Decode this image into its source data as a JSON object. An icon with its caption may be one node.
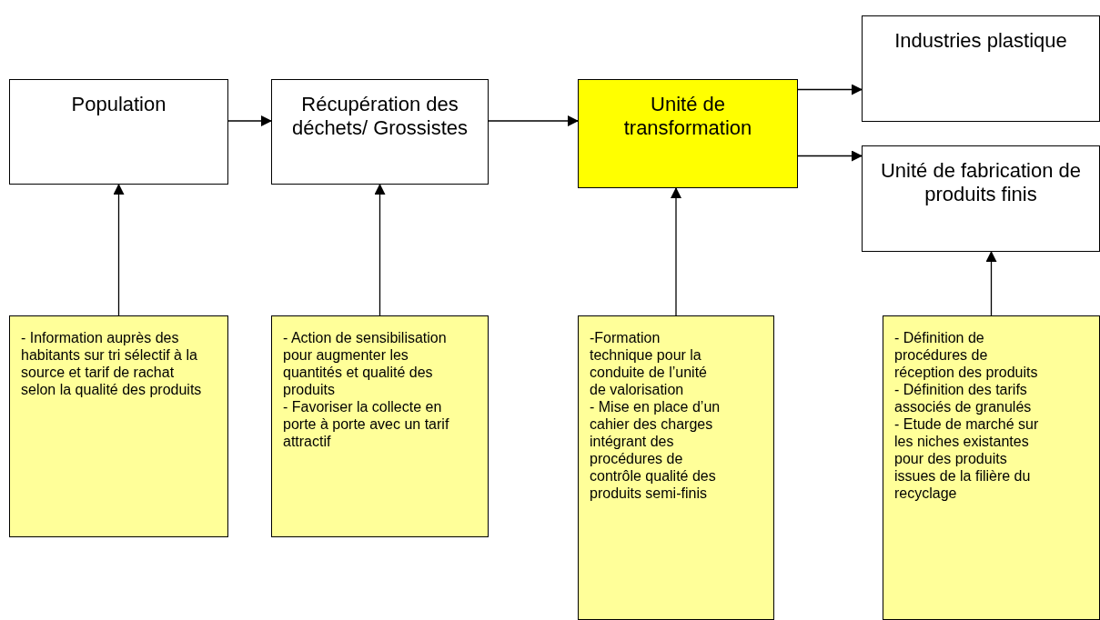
{
  "diagram": {
    "nodes": [
      {
        "text": [
          "Population"
        ]
      },
      {
        "text": [
          "Récupération des déchets/ Grossistes"
        ]
      },
      {
        "text": [
          "Unité de transformation"
        ]
      },
      {
        "text": [
          "Industries plastique"
        ]
      },
      {
        "text": [
          "Unité de fabrication de produits finis"
        ]
      },
      {
        "text": [
          "- Information auprès des habitants sur tri sélectif à la source et tarif de rachat selon la qualité des produits"
        ]
      },
      {
        "text": [
          "- Action de sensibilisation pour augmenter les quantités et qualité des produits",
          "- Favoriser la collecte en porte à porte avec un tarif attractif"
        ]
      },
      {
        "text": [
          "-Formation technique pour la conduite de l’unité de valorisation",
          "- Mise en place d’un cahier des charges intégrant des procédures de contrôle qualité des produits semi-finis"
        ]
      },
      {
        "text": [
          "- Définition de procédures de réception des produits",
          "- Définition des tarifs associés de granulés",
          "- Etude de marché sur les niches existantes pour des produits issues de la filière du recyclage"
        ]
      }
    ],
    "edges": [
      {
        "from": 0,
        "to": 1,
        "arrow": "to"
      },
      {
        "from": 1,
        "to": 2,
        "arrow": "to"
      },
      {
        "from": 2,
        "to": 3,
        "arrow": "to"
      },
      {
        "from": 2,
        "to": 4,
        "arrow": "to"
      },
      {
        "from": 5,
        "to": 0,
        "arrow": "to"
      },
      {
        "from": 6,
        "to": 1,
        "arrow": "to"
      },
      {
        "from": 7,
        "to": 2,
        "arrow": "to"
      },
      {
        "from": 8,
        "to": 4,
        "arrow": "to"
      }
    ]
  }
}
